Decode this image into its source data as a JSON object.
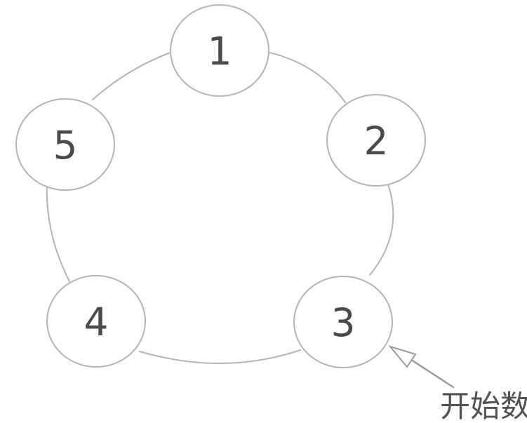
{
  "diagram": {
    "nodes": [
      {
        "label": "1"
      },
      {
        "label": "2"
      },
      {
        "label": "3"
      },
      {
        "label": "4"
      },
      {
        "label": "5"
      }
    ],
    "annotation": {
      "label": "开始数",
      "target_node": "3"
    },
    "colors": {
      "outline": "#b4b4b4",
      "number": "#4a4a4a",
      "arrow": "#9c9c9c",
      "label": "#525252",
      "background": "#ffffff"
    }
  }
}
